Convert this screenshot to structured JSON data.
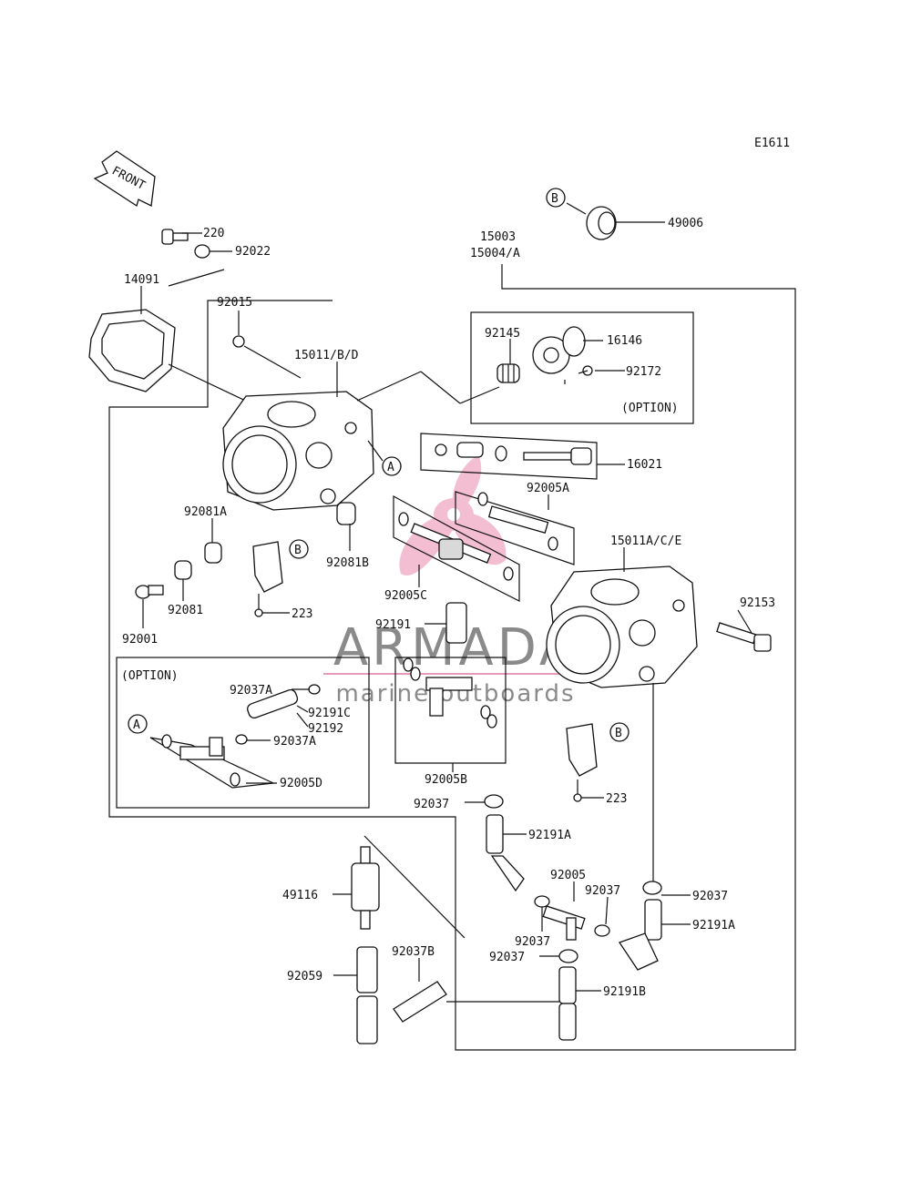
{
  "diagram_code": "E1611",
  "front_arrow": "FRONT",
  "watermark": {
    "brand": "ARMADA",
    "tagline": "marine outboards"
  },
  "option_label": "(OPTION)",
  "callouts": {
    "A": "A",
    "B": "B"
  },
  "parts": {
    "p220": "220",
    "p92022": "92022",
    "p14091": "14091",
    "p92015": "92015",
    "p15011bd": "15011/B/D",
    "p15003": "15003",
    "p15004a": "15004/A",
    "p49006": "49006",
    "p92145": "92145",
    "p16146": "16146",
    "p92172": "92172",
    "p16021": "16021",
    "p92005a": "92005A",
    "p15011ace": "15011A/C/E",
    "p92153": "92153",
    "p92081a": "92081A",
    "p92081b": "92081B",
    "p92005c": "92005C",
    "p92081": "92081",
    "p92001": "92001",
    "p223_top": "223",
    "p92191": "92191",
    "p92037a_1": "92037A",
    "p92191c": "92191C",
    "p92192": "92192",
    "p92037a_2": "92037A",
    "p92005d": "92005D",
    "p92005b": "92005B",
    "p223_bot": "223",
    "p92037_1": "92037",
    "p92191a_1": "92191A",
    "p49116": "49116",
    "p92005": "92005",
    "p92037_2": "92037",
    "p92037_3": "92037",
    "p92037_4": "92037",
    "p92191a_2": "92191A",
    "p92037_5": "92037",
    "p92059": "92059",
    "p92037b": "92037B",
    "p92191b": "92191B"
  }
}
